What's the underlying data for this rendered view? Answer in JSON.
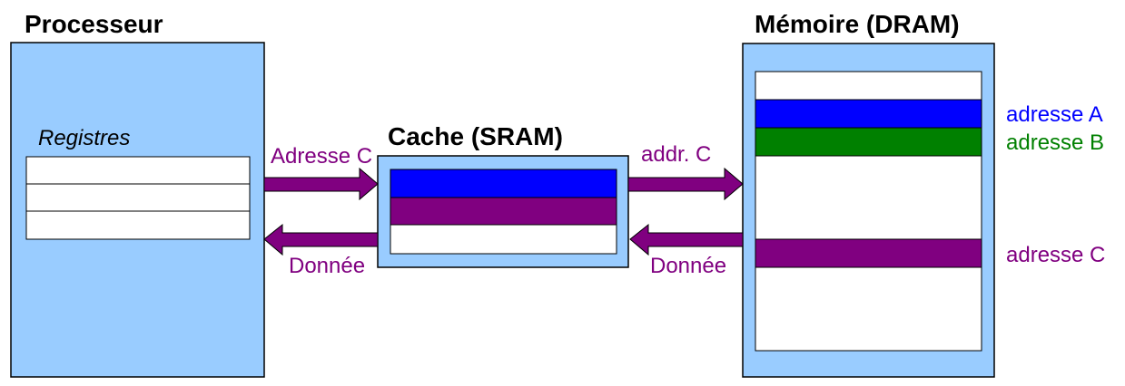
{
  "colors": {
    "panel_fill": "#99CCFF",
    "border": "#000000",
    "blue": "#0000FF",
    "green": "#008000",
    "purple": "#800080",
    "white": "#FFFFFF"
  },
  "processor": {
    "title": "Processeur",
    "registers_label": "Registres",
    "register_count": 3
  },
  "cache": {
    "title": "Cache (SRAM)",
    "lines": [
      "blue",
      "purple",
      "white"
    ]
  },
  "memory": {
    "title": "Mémoire (DRAM)",
    "addresses": [
      {
        "label": "adresse A",
        "color": "blue"
      },
      {
        "label": "adresse B",
        "color": "green"
      },
      {
        "label": "adresse C",
        "color": "purple"
      }
    ]
  },
  "arrows": {
    "cpu_to_cache": "Adresse C",
    "cache_to_cpu": "Donnée",
    "cache_to_mem": "addr. C",
    "mem_to_cache": "Donnée",
    "color": "purple"
  }
}
